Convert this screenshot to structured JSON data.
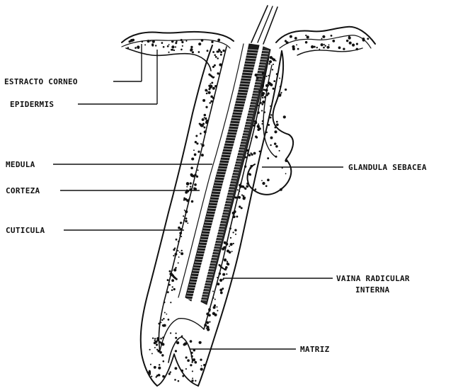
{
  "diagram": {
    "labels": {
      "estracto_corneo": "ESTRACTO CORNEO",
      "epidermis": "EPIDERMIS",
      "medula": "MEDULA",
      "corteza": "CORTEZA",
      "cuticula": "CUTICULA",
      "glandula_sebacea": "GLANDULA SEBACEA",
      "vaina_line1": "VAINA RADICULAR",
      "vaina_line2": "INTERNA",
      "matriz": "MATRIZ"
    },
    "colors": {
      "ink": "#111111",
      "background": "#ffffff"
    }
  }
}
